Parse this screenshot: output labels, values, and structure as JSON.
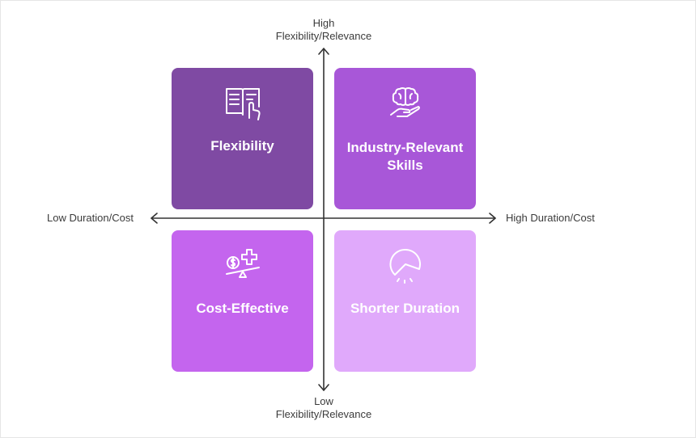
{
  "axes": {
    "top": {
      "line1": "High",
      "line2": "Flexibility/Relevance"
    },
    "bottom": {
      "line1": "Low",
      "line2": "Flexibility/Relevance"
    },
    "left": "Low Duration/Cost",
    "right": "High Duration/Cost"
  },
  "quadrants": {
    "top_left": {
      "title": "Flexibility",
      "icon": "open-book-pointer-icon",
      "color": "#7f4aa3"
    },
    "top_right": {
      "title": "Industry-Relevant Skills",
      "icon": "brain-hand-icon",
      "color": "#a857d8"
    },
    "bottom_left": {
      "title": "Cost-Effective",
      "icon": "dollar-scale-plus-icon",
      "color": "#c465ee"
    },
    "bottom_right": {
      "title": "Shorter Duration",
      "icon": "pie-timer-icon",
      "color": "#e0a9fb"
    }
  }
}
